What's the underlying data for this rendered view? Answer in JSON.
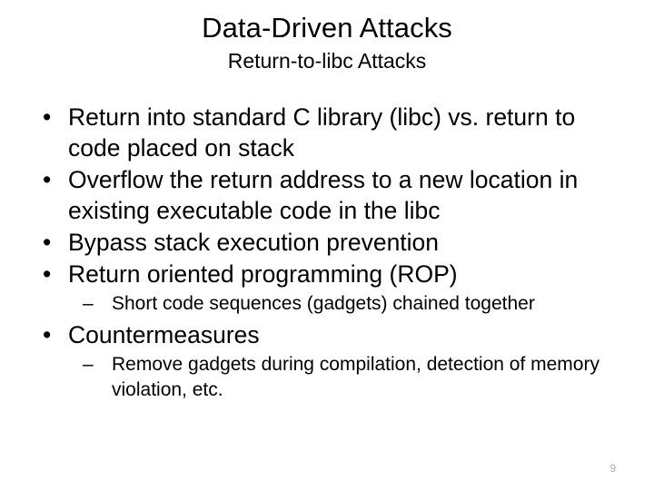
{
  "slide": {
    "title": "Data-Driven Attacks",
    "subtitle": "Return-to-libc Attacks",
    "page_number": "9",
    "bullet_glyph": "•",
    "dash_glyph": "–",
    "text_color": "#000000",
    "background_color": "#ffffff",
    "page_number_color": "#b0b0b0",
    "bullets": [
      {
        "level": 1,
        "text": "Return into standard C library (libc) vs. return to code placed on stack"
      },
      {
        "level": 1,
        "text": "Overflow the return address to a new location in existing executable code in the libc"
      },
      {
        "level": 1,
        "text": "Bypass stack execution prevention"
      },
      {
        "level": 1,
        "text": "Return oriented programming (ROP)",
        "sub": [
          {
            "level": 2,
            "text": "Short code sequences (gadgets) chained together"
          }
        ]
      },
      {
        "level": 1,
        "text": "Countermeasures",
        "sub": [
          {
            "level": 2,
            "text": "Remove gadgets during compilation, detection of memory violation, etc."
          }
        ]
      }
    ]
  }
}
